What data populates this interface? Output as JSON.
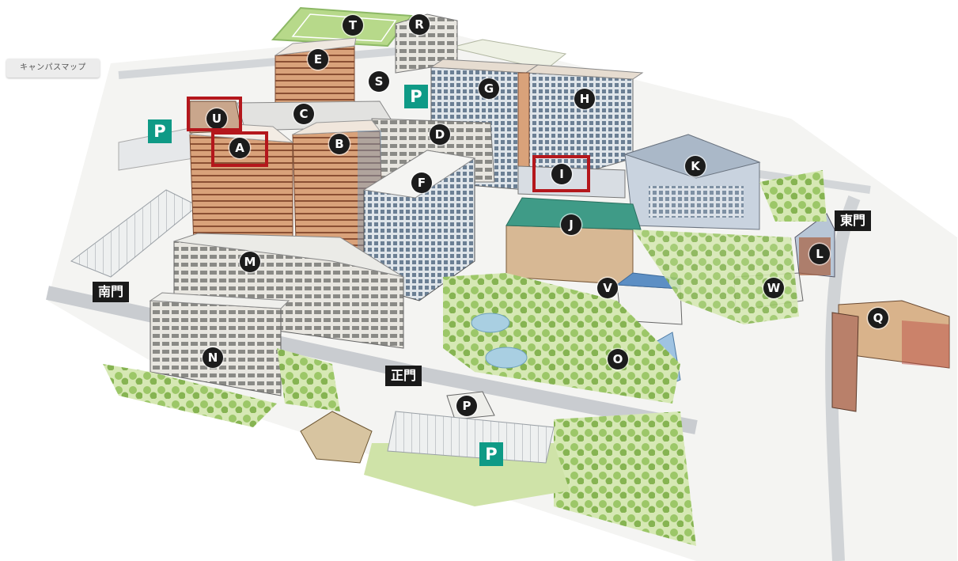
{
  "header": {
    "badge_label": "キャンパスマップ"
  },
  "buildings": {
    "A": "A",
    "B": "B",
    "C": "C",
    "D": "D",
    "E": "E",
    "F": "F",
    "G": "G",
    "H": "H",
    "I": "I",
    "J": "J",
    "K": "K",
    "L": "L",
    "M": "M",
    "N": "N",
    "O": "O",
    "P": "P",
    "Q": "Q",
    "R": "R",
    "S": "S",
    "T": "T",
    "U": "U",
    "V": "V",
    "W": "W"
  },
  "gates": {
    "south": "南門",
    "main": "正門",
    "east": "東門"
  },
  "parking_label": "P",
  "highlighted_buildings": [
    "U",
    "A",
    "I"
  ],
  "colors": {
    "highlight": "#b4171c",
    "parking": "#0f9a86",
    "label_bg": "#1c1c1c",
    "brick": "#d7a27c",
    "roof_green": "#3f9b87",
    "glass": "#b9c7d6",
    "grass": "#bcd98c",
    "tree": "#8fbf5a"
  }
}
